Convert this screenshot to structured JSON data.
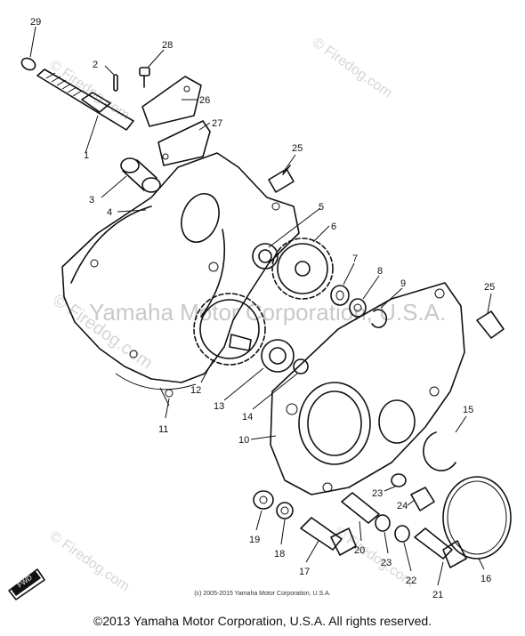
{
  "callouts": [
    "29",
    "2",
    "28",
    "26",
    "27",
    "1",
    "3",
    "4",
    "25",
    "5",
    "6",
    "7",
    "8",
    "9",
    "25",
    "12",
    "13",
    "14",
    "11",
    "10",
    "15",
    "23",
    "24",
    "19",
    "18",
    "17",
    "20",
    "23",
    "22",
    "21",
    "16"
  ],
  "watermarks": [
    "© Firedog.com",
    "© Firedog.com",
    "© Firedog.com",
    "© Firedog.com",
    "© Firedog.com",
    "Yamaha Motor Corporation, U.S.A."
  ],
  "fwd_label": "FWD",
  "small_copyright": "(c) 2005-2015 Yamaha Motor Corporation, U.S.A.",
  "footer": "©2013 Yamaha Motor Corporation, U.S.A. All rights reserved."
}
